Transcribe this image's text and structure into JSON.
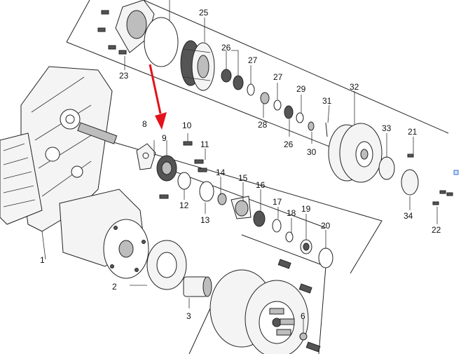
{
  "diagram": {
    "labels": [
      "1",
      "2",
      "3",
      "6",
      "8",
      "9",
      "10",
      "11",
      "12",
      "13",
      "14",
      "15",
      "16",
      "17",
      "18",
      "19",
      "20",
      "21",
      "22",
      "23",
      "25",
      "26",
      "27",
      "27",
      "28",
      "29",
      "26",
      "30",
      "31",
      "32",
      "33",
      "34"
    ],
    "colors": {
      "arrow": "#e3121b",
      "line": "#222222",
      "marker": "#3b6fd1"
    }
  }
}
